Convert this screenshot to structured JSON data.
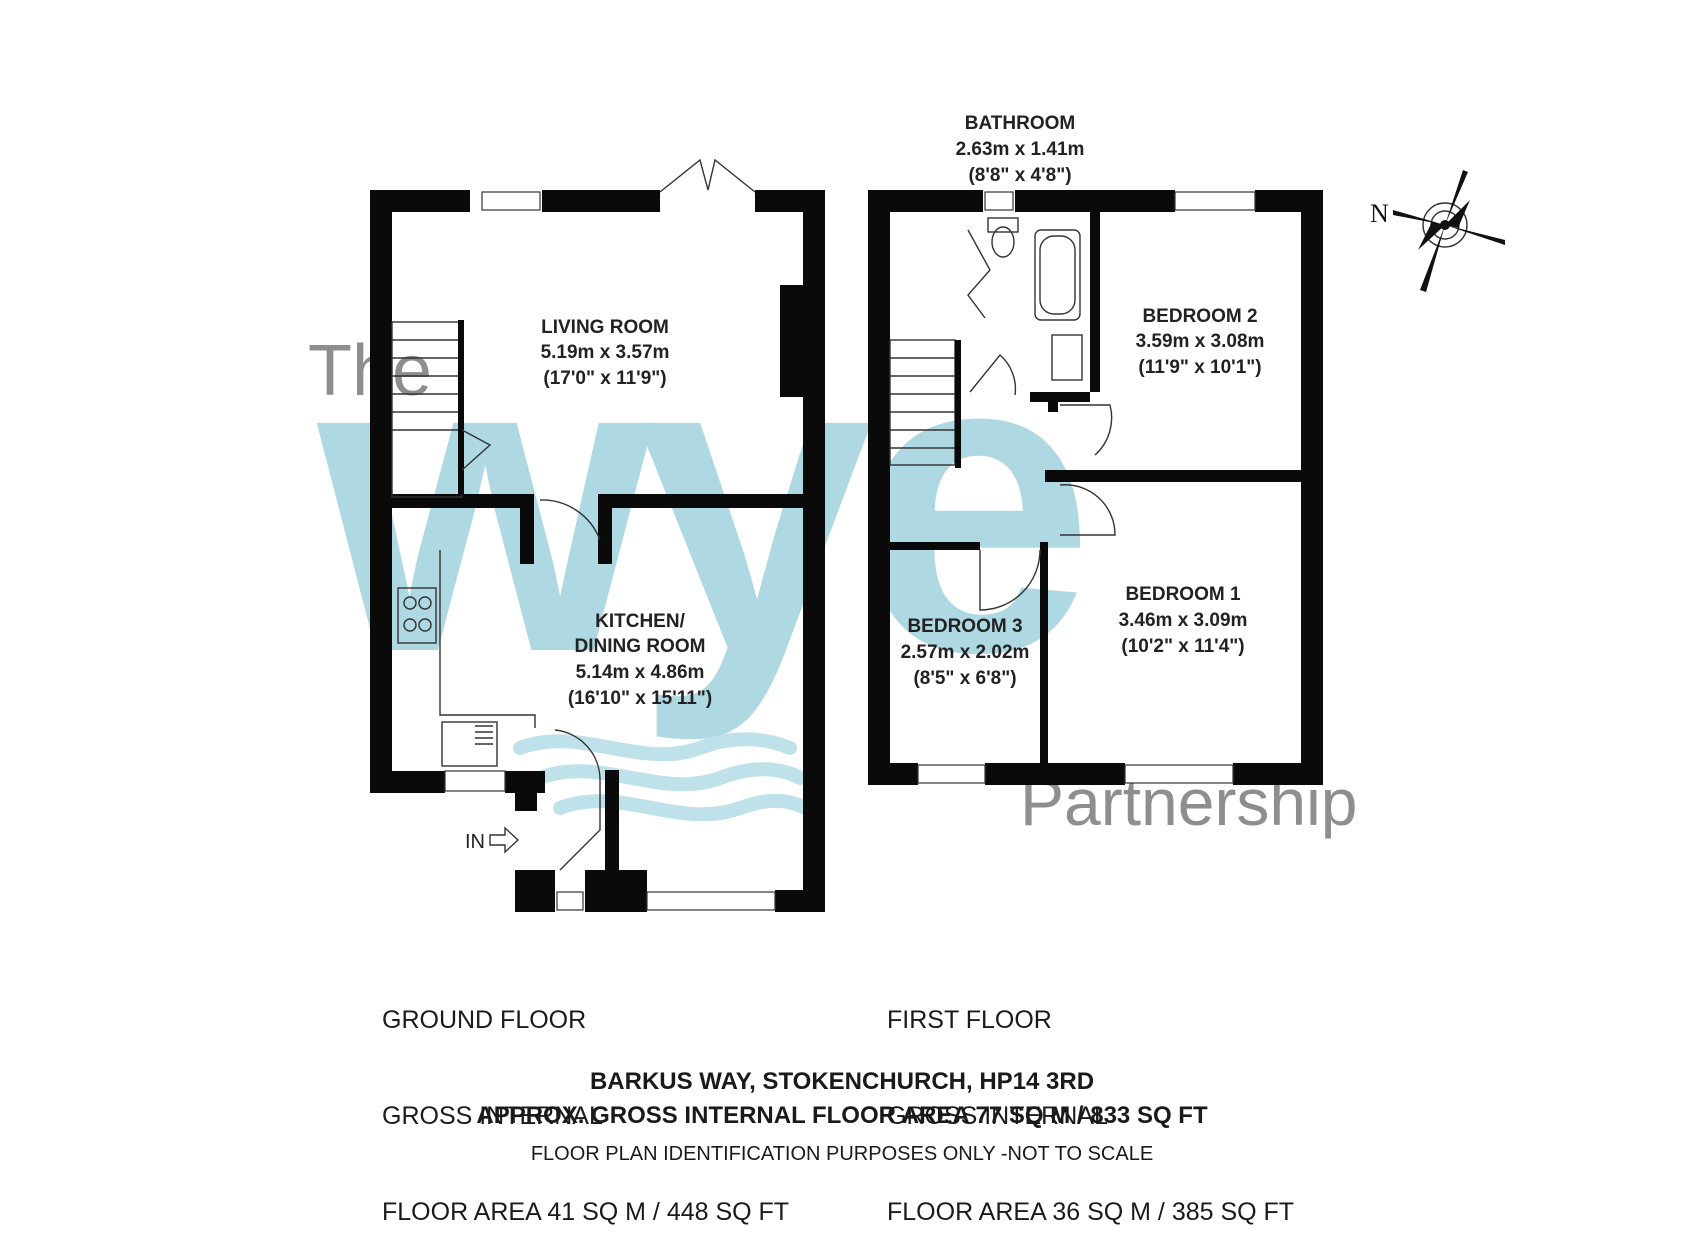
{
  "watermark": {
    "prefix": "The",
    "main": "wye",
    "suffix": "Partnership"
  },
  "compass": {
    "label": "N"
  },
  "entrance": {
    "label": "IN"
  },
  "rooms": {
    "living": {
      "name": "LIVING ROOM",
      "metric": "5.19m x 3.57m",
      "imperial": "(17'0\" x 11'9\")"
    },
    "kitchen": {
      "name1": "KITCHEN/",
      "name2": "DINING ROOM",
      "metric": "5.14m x 4.86m",
      "imperial": "(16'10\" x 15'11\")"
    },
    "bathroom": {
      "name": "BATHROOM",
      "metric": "2.63m x 1.41m",
      "imperial": "(8'8\" x 4'8\")"
    },
    "bedroom2": {
      "name": "BEDROOM 2",
      "metric": "3.59m x 3.08m",
      "imperial": "(11'9\" x 10'1\")"
    },
    "bedroom1": {
      "name": "BEDROOM 1",
      "metric": "3.46m x 3.09m",
      "imperial": "(10'2\" x 11'4\")"
    },
    "bedroom3": {
      "name": "BEDROOM 3",
      "metric": "2.57m x 2.02m",
      "imperial": "(8'5\" x 6'8\")"
    }
  },
  "floors": {
    "ground": {
      "line1": "GROUND FLOOR",
      "line2": "GROSS INTERNAL",
      "line3": "FLOOR AREA 41 SQ M / 448 SQ FT"
    },
    "first": {
      "line1": "FIRST FLOOR",
      "line2": "GROSS INTERNAL",
      "line3": "FLOOR AREA 36 SQ M / 385 SQ FT"
    }
  },
  "footer": {
    "address": "BARKUS WAY, STOKENCHURCH, HP14 3RD",
    "total": "APPROX. GROSS INTERNAL FLOOR AREA 77 SQ M / 833 SQ FT",
    "note": "FLOOR PLAN IDENTIFICATION PURPOSES ONLY -NOT TO SCALE"
  }
}
